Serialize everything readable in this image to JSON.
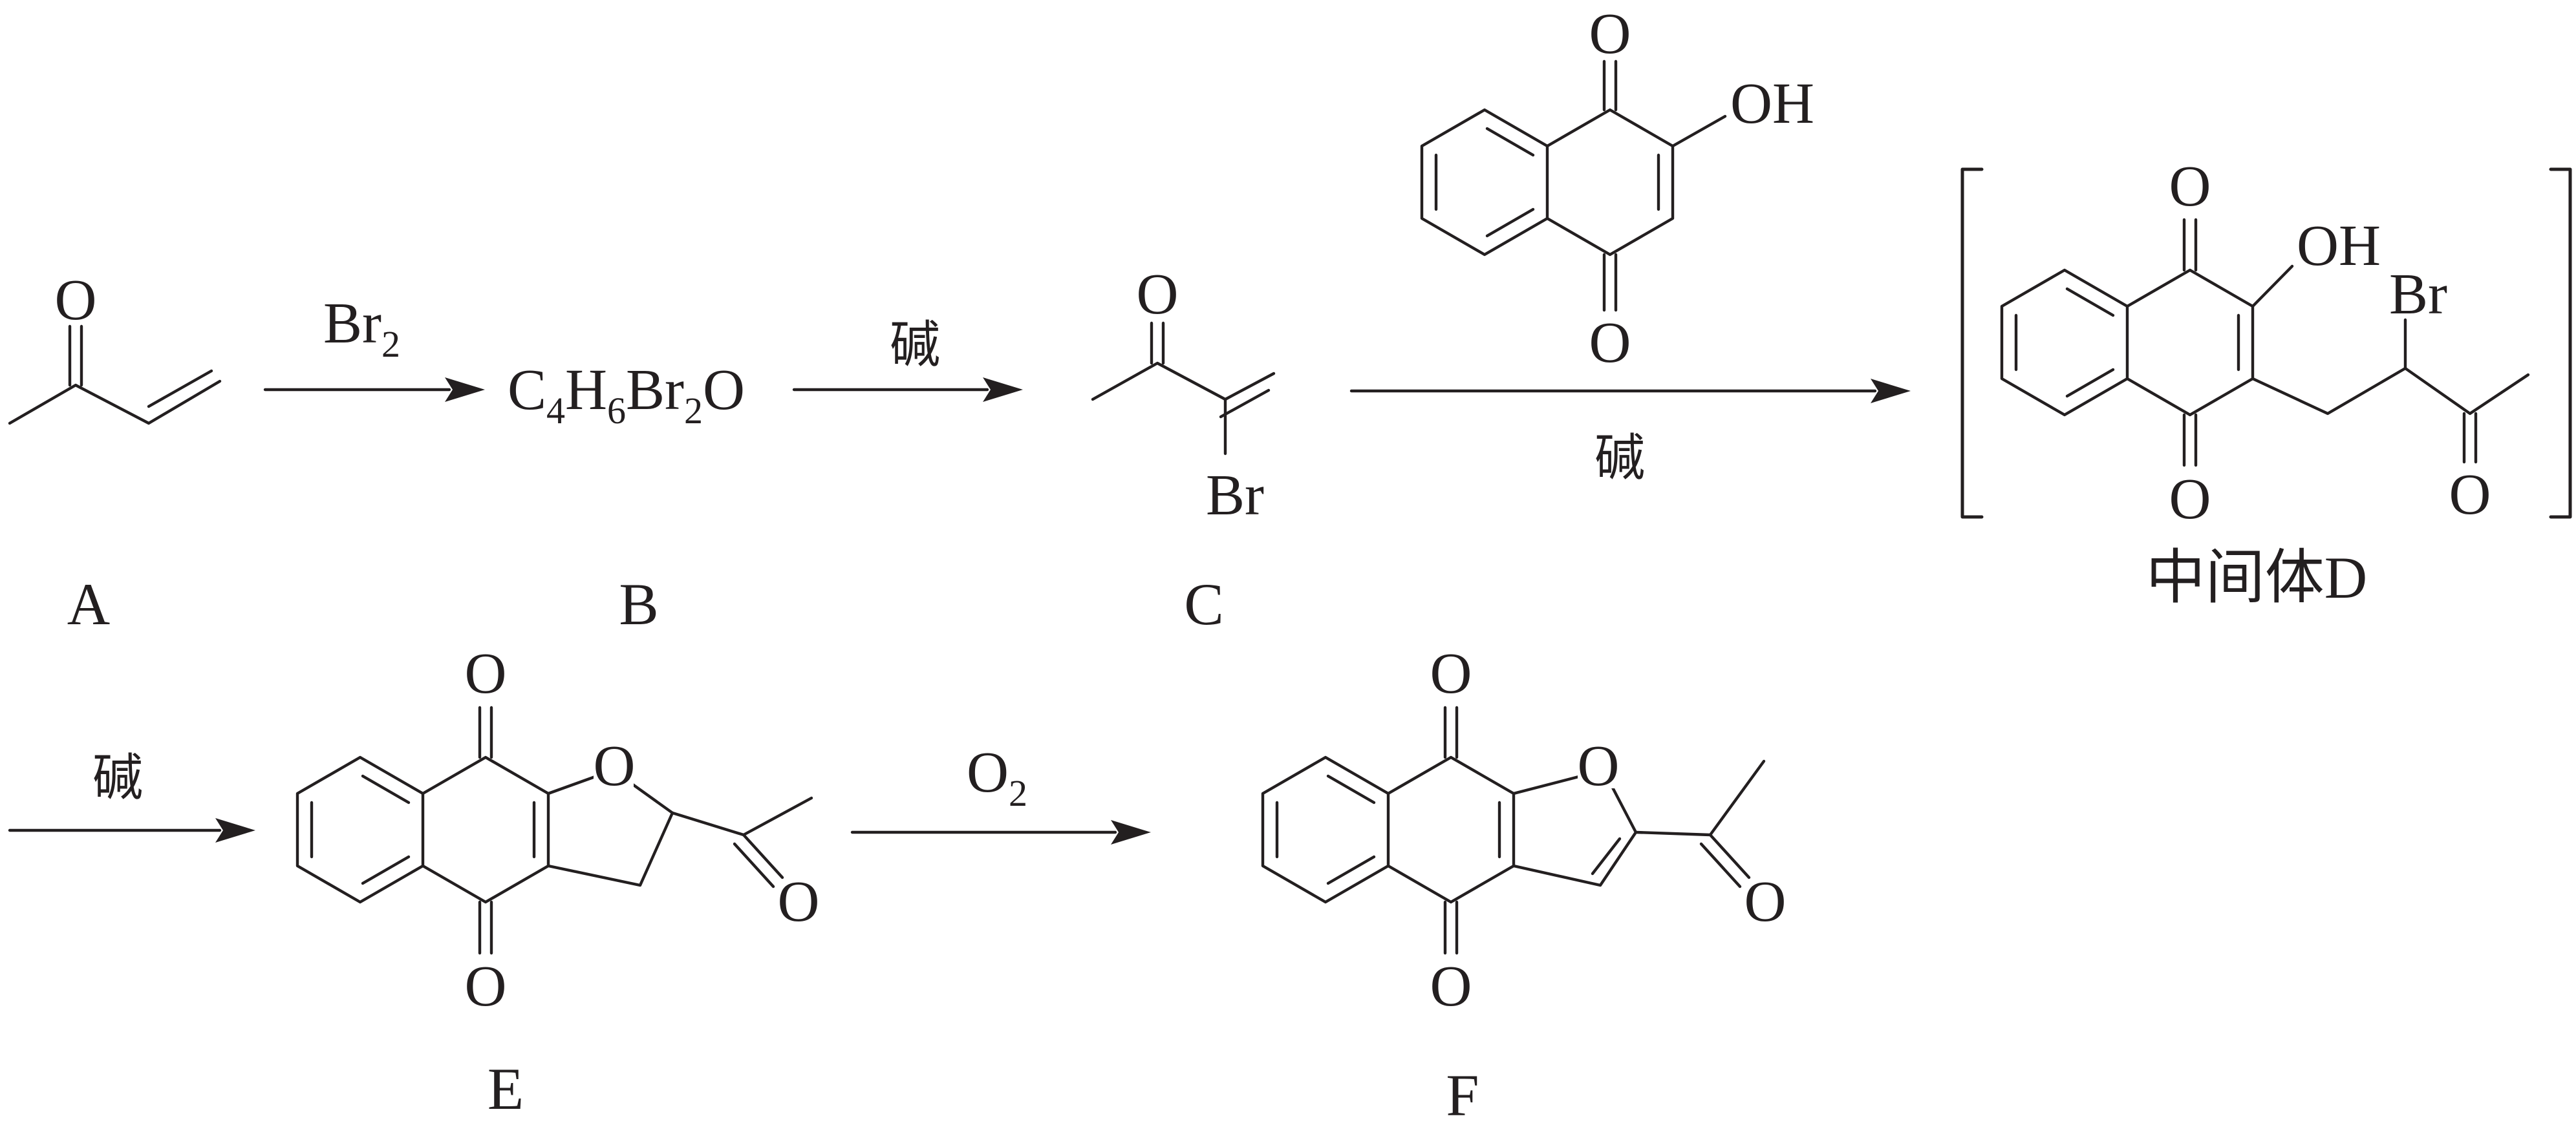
{
  "colors": {
    "ink": "#231f20",
    "background": "#ffffff"
  },
  "atoms": {
    "oxygen": "O",
    "hydroxyl": "OH",
    "bromine": "Br"
  },
  "labels": {
    "A": "A",
    "B": "B",
    "C": "C",
    "D": "中间体D",
    "E": "E",
    "F": "F"
  },
  "formula_B": {
    "c": "C",
    "c_n": "4",
    "h": "H",
    "h_n": "6",
    "br": "Br",
    "br_n": "2",
    "o": "O"
  },
  "reagents": {
    "step1": {
      "main": "Br",
      "sub": "2"
    },
    "step2": "碱",
    "step3": "碱",
    "step4": "碱",
    "step5": {
      "main": "O",
      "sub": "2"
    }
  }
}
